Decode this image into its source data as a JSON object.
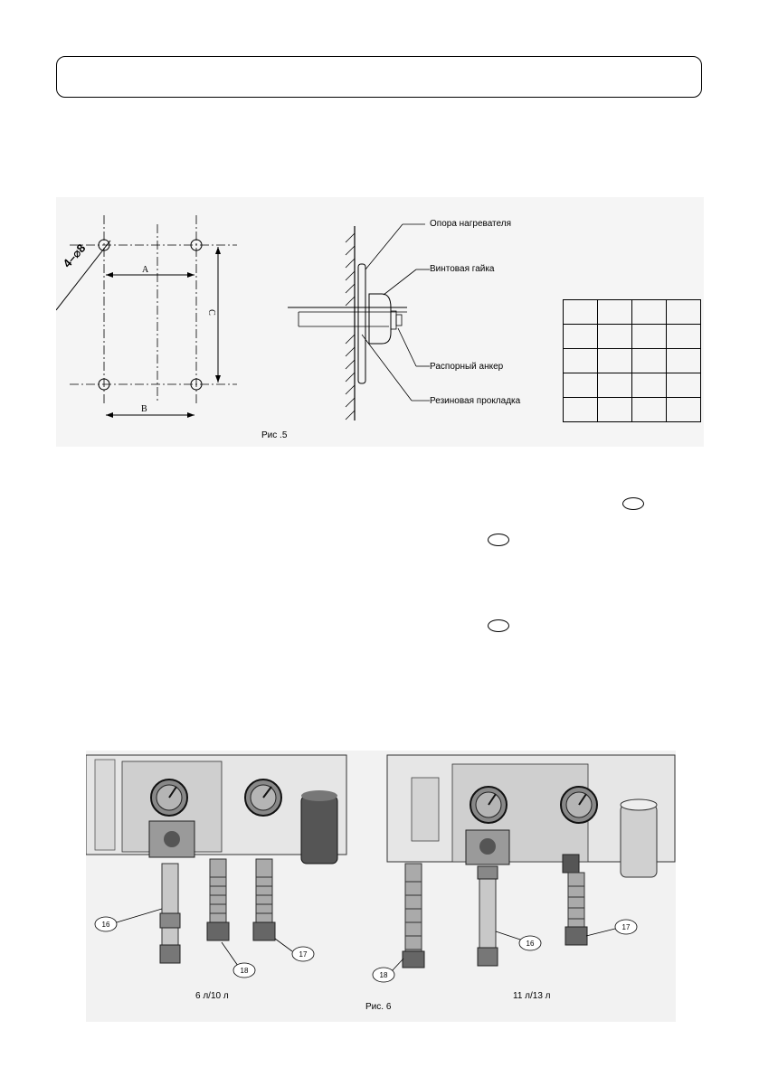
{
  "figure5": {
    "hole_label": "4–⌀8",
    "dim_a": "A",
    "dim_b": "B",
    "dim_c": "C",
    "callouts": {
      "heater_support": "Опора нагревателя",
      "screw_nut": "Винтовая гайка",
      "expansion_anchor": "Распорный анкер",
      "rubber_gasket": "Резиновая прокладка"
    },
    "caption": "Рис .5",
    "table": {
      "rows": 5,
      "cols": 4
    }
  },
  "figure6": {
    "left_caption": "6 л/10 л",
    "right_caption": "11 л/13 л",
    "caption": "Рис. 6",
    "left_callouts": [
      "16",
      "18",
      "17"
    ],
    "right_callouts": [
      "18",
      "16",
      "17"
    ]
  }
}
